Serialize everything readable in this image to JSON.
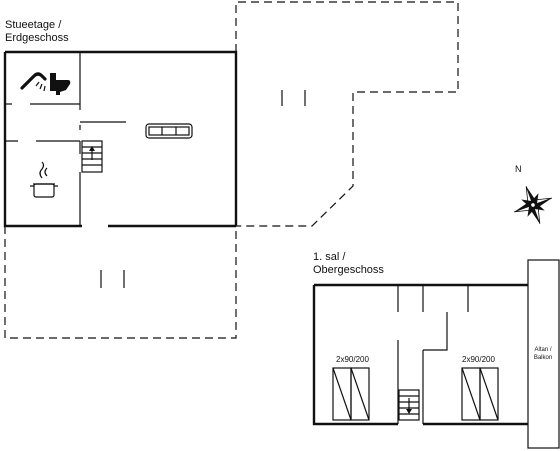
{
  "ground_floor": {
    "label_line1": "Stueetage /",
    "label_line2": "Erdgeschoss"
  },
  "upper_floor": {
    "label_line1": "1. sal /",
    "label_line2": "Obergeschoss",
    "bed_left": "2x90/200",
    "bed_right": "2x90/200",
    "balcony_line1": "Altan /",
    "balcony_line2": "Balkon"
  },
  "compass": {
    "north": "N"
  },
  "icons": [
    "shower-icon",
    "toilet-icon",
    "sofa-icon",
    "cooking-pot-icon",
    "compass-rose-icon",
    "stair-up-icon",
    "stair-down-icon",
    "bed-icon"
  ]
}
